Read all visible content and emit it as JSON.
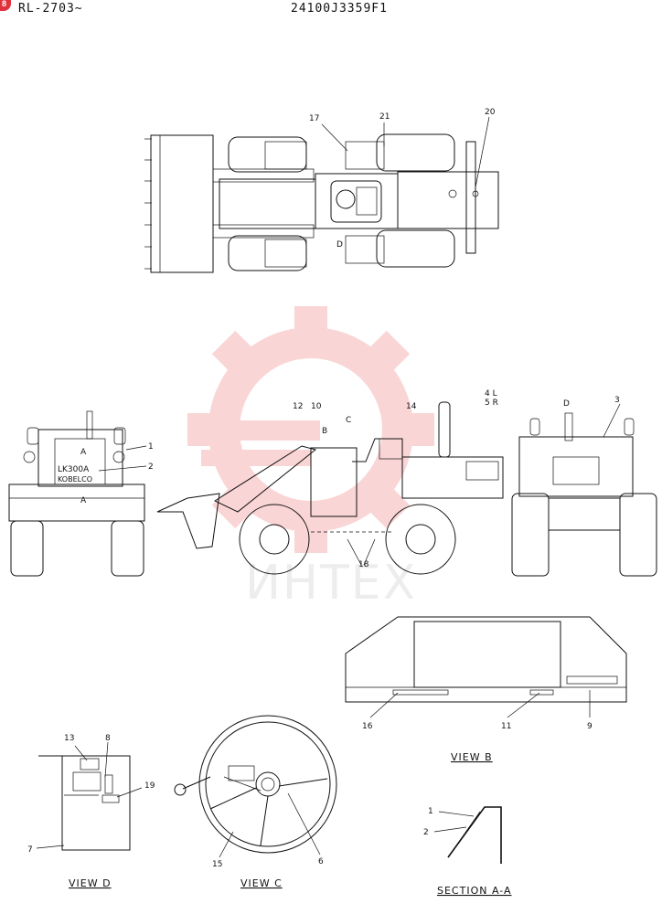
{
  "header": {
    "series_code": "RL-2703~",
    "part_number": "24100J3359F1",
    "badge": "8"
  },
  "watermark": {
    "text": "ИНТЕХ",
    "color": "#f08080"
  },
  "decal_texts": {
    "model": "LK300A",
    "brand": "KOBELCO",
    "arrow_a_top": "A",
    "arrow_a_bottom": "A",
    "arrow_b": "B",
    "arrow_c": "C",
    "arrow_d": "D",
    "side_4l": "4 L",
    "side_5r": "5 R"
  },
  "callouts": {
    "c1": "1",
    "c2": "2",
    "c3": "3",
    "c6": "6",
    "c7": "7",
    "c8": "8",
    "c9": "9",
    "c10": "10",
    "c11": "11",
    "c12": "12",
    "c13": "13",
    "c14": "14",
    "c15": "15",
    "c16": "16",
    "c17": "17",
    "c18": "18",
    "c19": "19",
    "c20": "20",
    "c21": "21",
    "sa1": "1",
    "sa2": "2"
  },
  "captions": {
    "view_b": "VIEW B",
    "view_c": "VIEW C",
    "view_d": "VIEW D",
    "section_aa": "SECTION A-A"
  }
}
